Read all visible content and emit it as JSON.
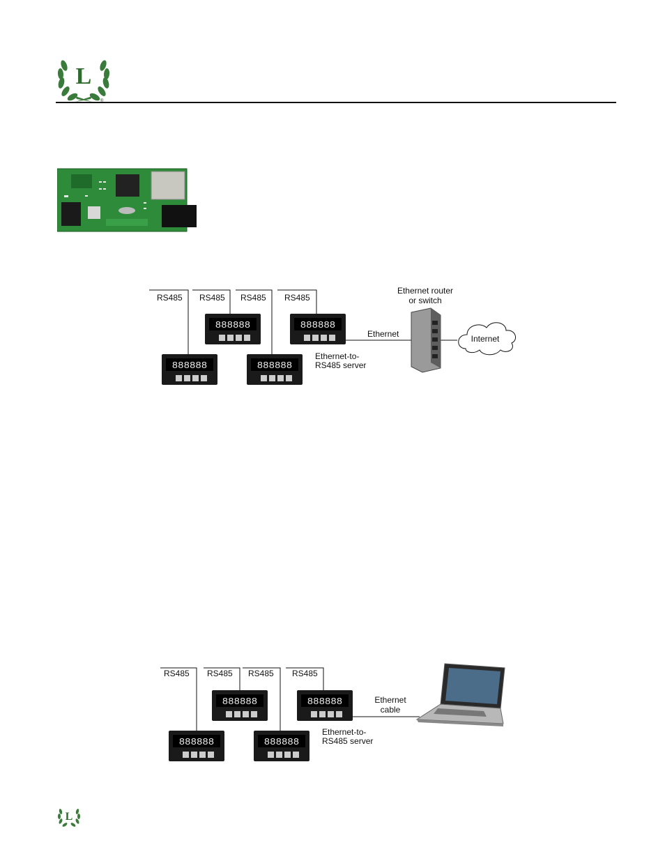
{
  "header": {
    "logo_letter": "L",
    "registered_mark": "®"
  },
  "diagram1": {
    "bus_labels": [
      "RS485",
      "RS485",
      "RS485",
      "RS485"
    ],
    "meter_display": "888888",
    "link_label": "Ethernet",
    "server_label_line1": "Ethernet-to-",
    "server_label_line2": "RS485 server",
    "router_label_line1": "Ethernet router",
    "router_label_line2": "or switch",
    "cloud_label": "Internet"
  },
  "diagram2": {
    "bus_labels": [
      "RS485",
      "RS485",
      "RS485",
      "RS485"
    ],
    "meter_display": "888888",
    "cable_label_line1": "Ethernet",
    "cable_label_line2": "cable",
    "server_label_line1": "Ethernet-to-",
    "server_label_line2": "RS485 server"
  },
  "footer": {
    "logo_letter": "L"
  },
  "colors": {
    "laurel": "#3a7a3a",
    "pcb_green": "#2e8b3a",
    "meter_body": "#1a1a1a",
    "rule": "#111111"
  }
}
